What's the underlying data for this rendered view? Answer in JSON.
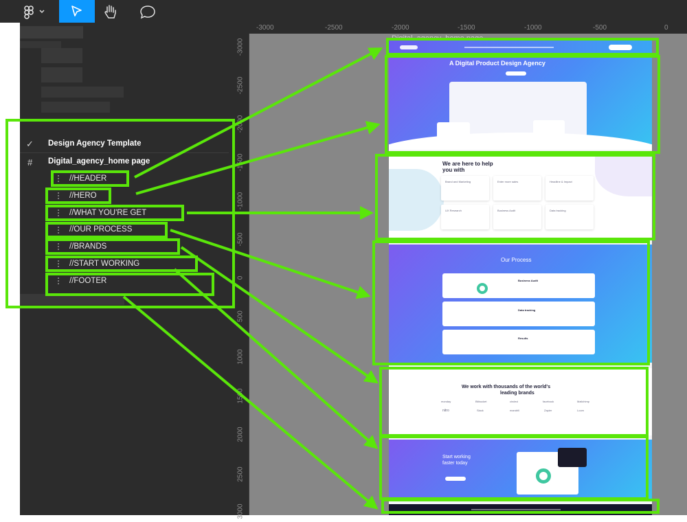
{
  "toolbar": {
    "logo_icon": "figma-logo-icon",
    "tools": [
      "move-tool",
      "hand-tool",
      "comment-tool"
    ]
  },
  "layers": {
    "parent_page": "Design Agency Template",
    "frame": "Digital_agency_home page",
    "items": [
      {
        "label": "//HEADER"
      },
      {
        "label": "//HERO"
      },
      {
        "label": "//WHAT YOU'RE GET"
      },
      {
        "label": "//OUR PROCESS"
      },
      {
        "label": "//BRANDS"
      },
      {
        "label": "//START WORKING"
      },
      {
        "label": "//FOOTER"
      }
    ]
  },
  "rulers": {
    "horizontal": [
      "-3000",
      "-2500",
      "-2000",
      "-1500",
      "-1000",
      "-500",
      "0"
    ],
    "vertical": [
      "-3000",
      "-2500",
      "-2000",
      "-1500",
      "-1000",
      "-500",
      "0",
      "500",
      "1000",
      "1500",
      "2000",
      "2500",
      "3000"
    ]
  },
  "canvas": {
    "frame_label": "Digital_agency_home page",
    "hero_title": "A Digital Product Design Agency",
    "help_title_1": "We are here to help",
    "help_title_2": "you with",
    "help_cards": [
      "Brand and Marketing",
      "Enter more sales",
      "Headline & Impact",
      "UX Research",
      "Business Audit",
      "Data tracking"
    ],
    "process_title": "Our Process",
    "process_cards": [
      "Business Audit",
      "Data tracking",
      "Results"
    ],
    "brands_title_1": "We work with thousands of the world's",
    "brands_title_2": "leading brands",
    "brands": [
      "monday",
      "Bitbucket",
      "circleci",
      "facebook",
      "Mailchimp",
      "nitro",
      "Slack",
      "mandrill",
      "Zapier",
      "Loom"
    ],
    "start_title_1": "Start working",
    "start_title_2": "faster today"
  },
  "colors": {
    "annotation": "#5ae60a",
    "selection": "#0d99ff",
    "panel": "#2c2c2c",
    "canvas": "#878787"
  }
}
